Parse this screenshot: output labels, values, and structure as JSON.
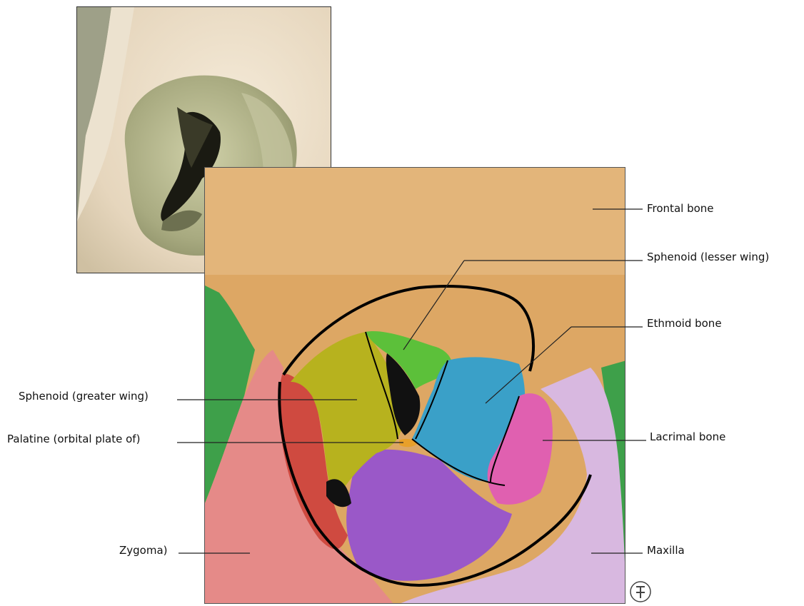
{
  "labels": {
    "frontal": "Frontal bone",
    "sphenoid_lesser": "Sphenoid (lesser wing)",
    "ethmoid": "Ethmoid bone",
    "sphenoid_greater": "Sphenoid (greater wing)",
    "palatine": "Palatine (orbital plate of)",
    "lacrimal": "Lacrimal bone",
    "zygoma": "Zygoma)",
    "maxilla": "Maxilla"
  },
  "colors": {
    "frontal": "#d9a25a",
    "sphenoid_lesser": "#5cc03a",
    "ethmoid": "#3aa0c8",
    "sphenoid_greater": "#b7b21e",
    "palatine": "#e8a02a",
    "lacrimal": "#e060b0",
    "zygoma": "#e58a88",
    "maxilla": "#d8b8e0",
    "inferior_orbit": "#9a58c8",
    "lateral_green": "#3ea04a",
    "zygoma_inner": "#cf4a40"
  }
}
